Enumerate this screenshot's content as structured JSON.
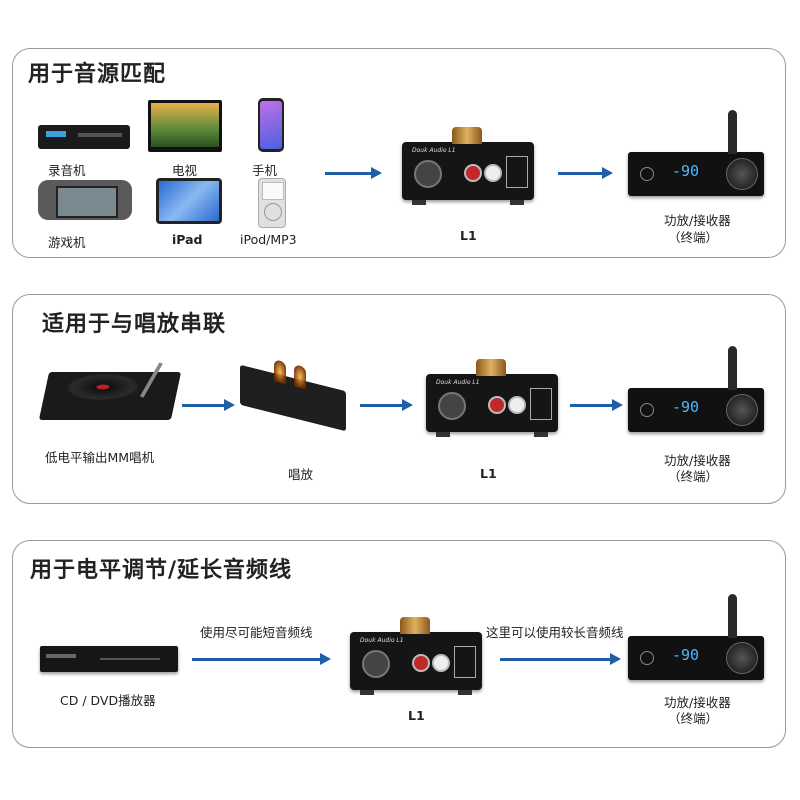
{
  "panels": [
    {
      "title": "用于音源匹配",
      "sources": [
        "录音机",
        "电视",
        "手机",
        "游戏机",
        "iPad",
        "iPod/MP3"
      ],
      "booster_label": "L1",
      "amp_label": "功放/接收器",
      "amp_sub": "（终端）"
    },
    {
      "title": "适用于与唱放串联",
      "turntable_label": "低电平输出MM唱机",
      "preamp_label": "唱放",
      "booster_label": "L1",
      "amp_label": "功放/接收器",
      "amp_sub": "（终端）"
    },
    {
      "title": "用于电平调节/延长音频线",
      "player_label": "CD / DVD播放器",
      "cable_short": "使用尽可能短音频线",
      "cable_long": "这里可以使用较长音频线",
      "booster_label": "L1",
      "amp_label": "功放/接收器",
      "amp_sub": "（终端）"
    }
  ],
  "amp_display": "-90",
  "accent_color": "#1f5fa8"
}
